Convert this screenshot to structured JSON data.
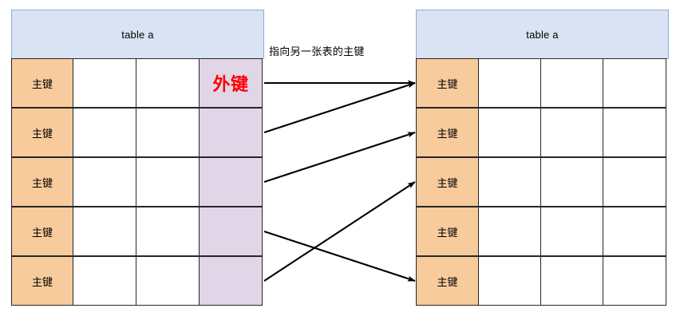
{
  "diagram": {
    "title_left": "table a",
    "title_right": "table a",
    "relation_label": "指向另一张表的主键",
    "foreign_key_label": "外键",
    "primary_key_label": "主键",
    "colors": {
      "header_fill": "#dae3f3",
      "header_border": "#8faadc",
      "primary_key_fill": "#f8cb9c",
      "foreign_key_fill": "#e0d6e8",
      "cell_border": "#262626",
      "foreign_key_text": "#ff0000",
      "arrow": "#000000",
      "background": "#ffffff"
    },
    "left_table": {
      "header": "table a",
      "column_count": 4,
      "rows": [
        {
          "cells": [
            "主键",
            "",
            "",
            ""
          ]
        },
        {
          "cells": [
            "主键",
            "",
            "",
            ""
          ]
        },
        {
          "cells": [
            "主键",
            "",
            "",
            ""
          ]
        },
        {
          "cells": [
            "主键",
            "",
            "",
            ""
          ]
        },
        {
          "cells": [
            "主键",
            "",
            "",
            ""
          ]
        }
      ]
    },
    "right_table": {
      "header": "table a",
      "column_count": 4,
      "rows": [
        {
          "cells": [
            "主键",
            "",
            "",
            ""
          ]
        },
        {
          "cells": [
            "主键",
            "",
            "",
            ""
          ]
        },
        {
          "cells": [
            "主键",
            "",
            "",
            ""
          ]
        },
        {
          "cells": [
            "主键",
            "",
            "",
            ""
          ]
        },
        {
          "cells": [
            "主键",
            "",
            "",
            ""
          ]
        }
      ]
    },
    "connections": [
      {
        "from_row": 1,
        "to_row": 1
      },
      {
        "from_row": 2,
        "to_row": 1
      },
      {
        "from_row": 3,
        "to_row": 2
      },
      {
        "from_row": 4,
        "to_row": 5
      },
      {
        "from_row": 5,
        "to_row": 3
      }
    ]
  }
}
